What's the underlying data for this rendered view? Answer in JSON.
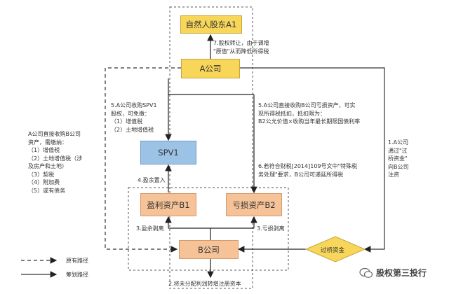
{
  "nodes": {
    "a1": "自然人股东A1",
    "a": "A公司",
    "spv1": "SPV1",
    "b1": "盈利资产B1",
    "b2": "亏损资产B2",
    "b": "B公司",
    "bridge": "过桥资金"
  },
  "notes": {
    "n7": "7.股权转让，由于调增\n\"原值\"从而降低所得税",
    "n5_left": "5.A公司收购SPV1\n股权，可免缴：\n（1）增值税\n（2）土地增值税",
    "n5_right": "5.A公司直接收购B公司亏损资产，可实\n现所得税抵扣，抵扣限为：\nB2公允价值×收购当年最长期限国债利率",
    "n6": "6.若符合财税[2014]109号文中\"特殊税\n务处理\"要求，B公司可递延所得税",
    "n_left": "A公司直接收购B公司\n资产，需缴纳：\n（1）增值税\n（2）土地增值税（涉\n及房产和土地）\n（3）契税\n（4）附加费\n（5）或有债务",
    "n1": "1.A公司\n通过\"过\n桥资金\"\n向B公司\n注资"
  },
  "labels": {
    "l4": "4.盈余置入",
    "l3_left": "3.盈余剥离",
    "l3_right": "3.亏损剥离",
    "l2": "2.将未分配利润转增注册资本"
  },
  "legend": {
    "original": "原有路径",
    "planned": "筹划路径"
  },
  "watermark": "股权第三投行",
  "icons": {
    "watermark": "wechat-icon"
  }
}
